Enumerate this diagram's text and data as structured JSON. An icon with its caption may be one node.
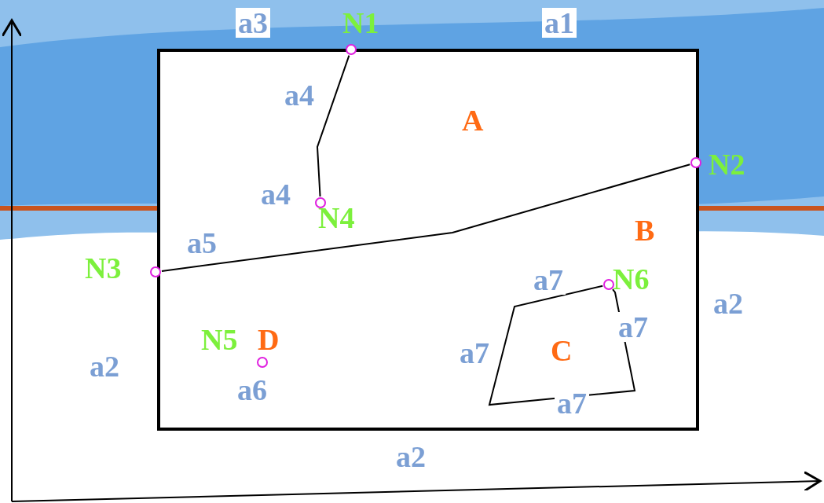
{
  "diagram": {
    "nodes": [
      {
        "text": [],
        "shape": "circle",
        "beside": [
          "N1"
        ]
      },
      {
        "text": [],
        "shape": "circle",
        "beside": [
          "N2"
        ]
      },
      {
        "text": [],
        "shape": "circle",
        "beside": [
          "N4"
        ]
      },
      {
        "text": [],
        "shape": "circle",
        "beside": [
          "N3"
        ]
      },
      {
        "text": [],
        "shape": "circle",
        "beside": [
          "N6"
        ]
      },
      {
        "text": [],
        "shape": "circle",
        "beside": [
          "N5"
        ]
      }
    ],
    "edges": [
      {
        "from": 0,
        "to": 2,
        "arrow": "none"
      },
      {
        "from": 3,
        "to": 1,
        "arrow": "none"
      },
      {
        "from": 4,
        "to": 4,
        "arrow": "none"
      }
    ],
    "labels": [
      "a3",
      "a1",
      "a4",
      "A",
      "a4",
      "a5",
      "B",
      "a7",
      "a2",
      "a7",
      "D",
      "a7",
      "C",
      "a2",
      "a6",
      "a7",
      "a2"
    ]
  }
}
